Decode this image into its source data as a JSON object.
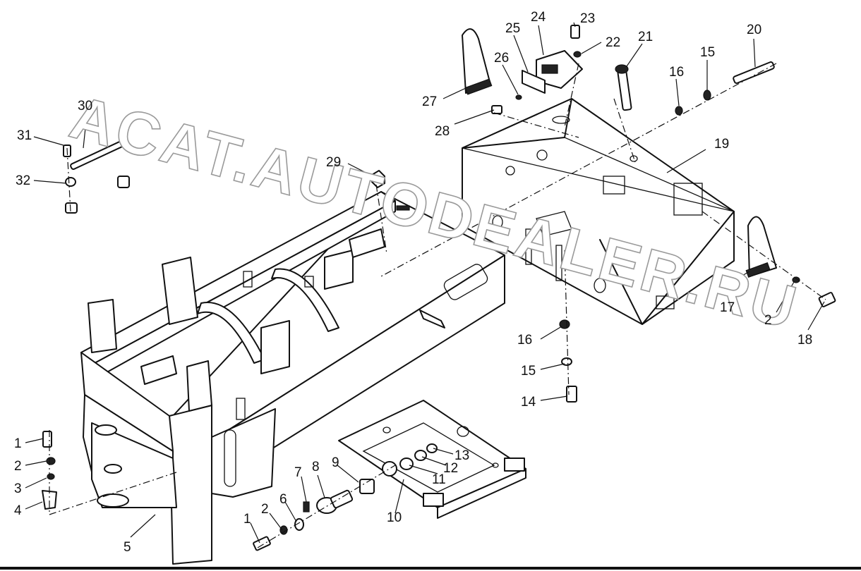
{
  "diagram": {
    "watermark": "ACAT.AUTODEALER.RU",
    "callouts": [
      "1",
      "2",
      "3",
      "4",
      "5",
      "6",
      "7",
      "8",
      "9",
      "10",
      "11",
      "12",
      "13",
      "14",
      "15",
      "16",
      "17",
      "18",
      "19",
      "20",
      "21",
      "22",
      "23",
      "24",
      "25",
      "26",
      "27",
      "28",
      "29",
      "30",
      "31",
      "32"
    ],
    "duplicate_callouts": [
      "1",
      "2",
      "15",
      "16"
    ]
  }
}
